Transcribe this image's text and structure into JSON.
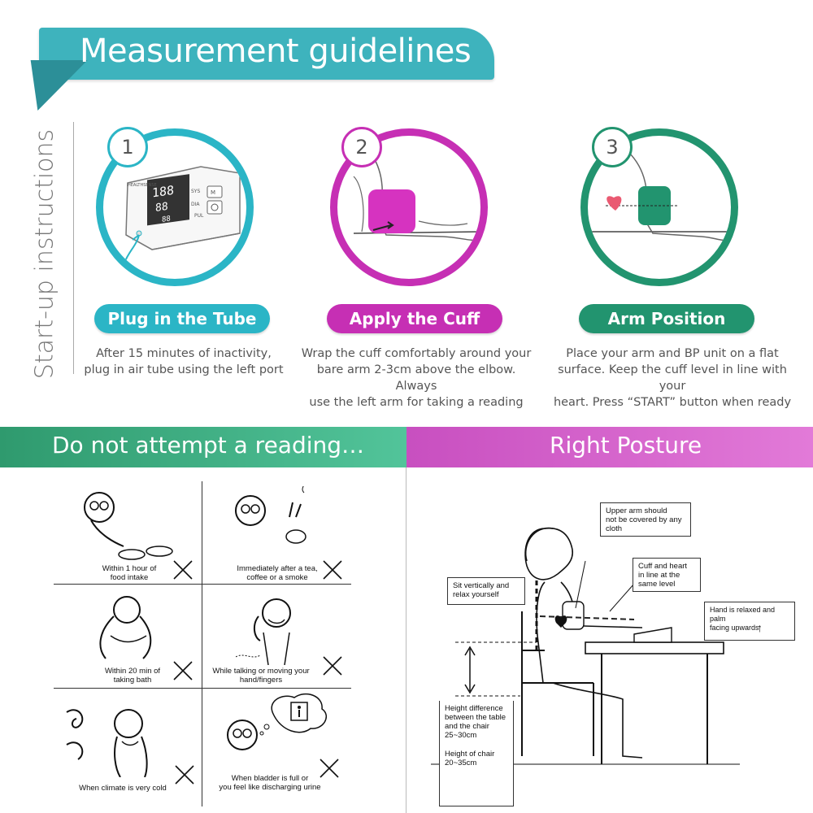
{
  "title": "Measurement guidelines",
  "side_label": "Start-up instructions",
  "steps": [
    {
      "number": "1",
      "label": "Plug in the Tube",
      "color": "#2bb5c6",
      "desc_lines": [
        "After 15 minutes of inactivity,",
        "plug in air tube using the left port"
      ]
    },
    {
      "number": "2",
      "label": "Apply the Cuff",
      "color": "#c62fb4",
      "desc_lines": [
        "Wrap the cuff comfortably around your",
        "bare arm 2-3cm above the elbow. Always",
        "use the left arm for taking a reading"
      ]
    },
    {
      "number": "3",
      "label": "Arm Position",
      "color": "#22946f",
      "desc_lines": [
        "Place your arm and BP unit on a flat",
        "surface. Keep the cuff level in line with your",
        "heart. Press “START” button when ready"
      ]
    }
  ],
  "device": {
    "brand": "HEALTHSENSE",
    "sys": "SYS",
    "dia": "DIA",
    "pul": "PUL",
    "m_key": "M"
  },
  "do_not": {
    "header": "Do not attempt a reading…",
    "items": [
      {
        "lines": [
          "Within 1 hour of",
          "food intake"
        ]
      },
      {
        "lines": [
          "Immediately after a tea,",
          "coffee or a smoke"
        ]
      },
      {
        "lines": [
          "Within 20 min of",
          "taking bath"
        ]
      },
      {
        "lines": [
          "While talking or moving your",
          "hand/fingers"
        ]
      },
      {
        "lines": [
          "When climate is very cold"
        ]
      },
      {
        "lines": [
          "When bladder is full or",
          "you feel like discharging urine"
        ]
      }
    ]
  },
  "posture": {
    "header": "Right Posture",
    "upper_arm": [
      "Upper arm should",
      "not be covered by any",
      "cloth"
    ],
    "cuff_heart": [
      "Cuff and heart",
      "in line at the",
      "same level"
    ],
    "sit": [
      "Sit vertically and",
      "relax yourself"
    ],
    "hand": [
      "Hand is relaxed and palm",
      "facing upwards"
    ],
    "height_diff": [
      "Height difference",
      "between the table",
      "and the chair",
      "25~30cm"
    ],
    "height_chair": [
      "Height of chair",
      "20~35cm"
    ]
  }
}
